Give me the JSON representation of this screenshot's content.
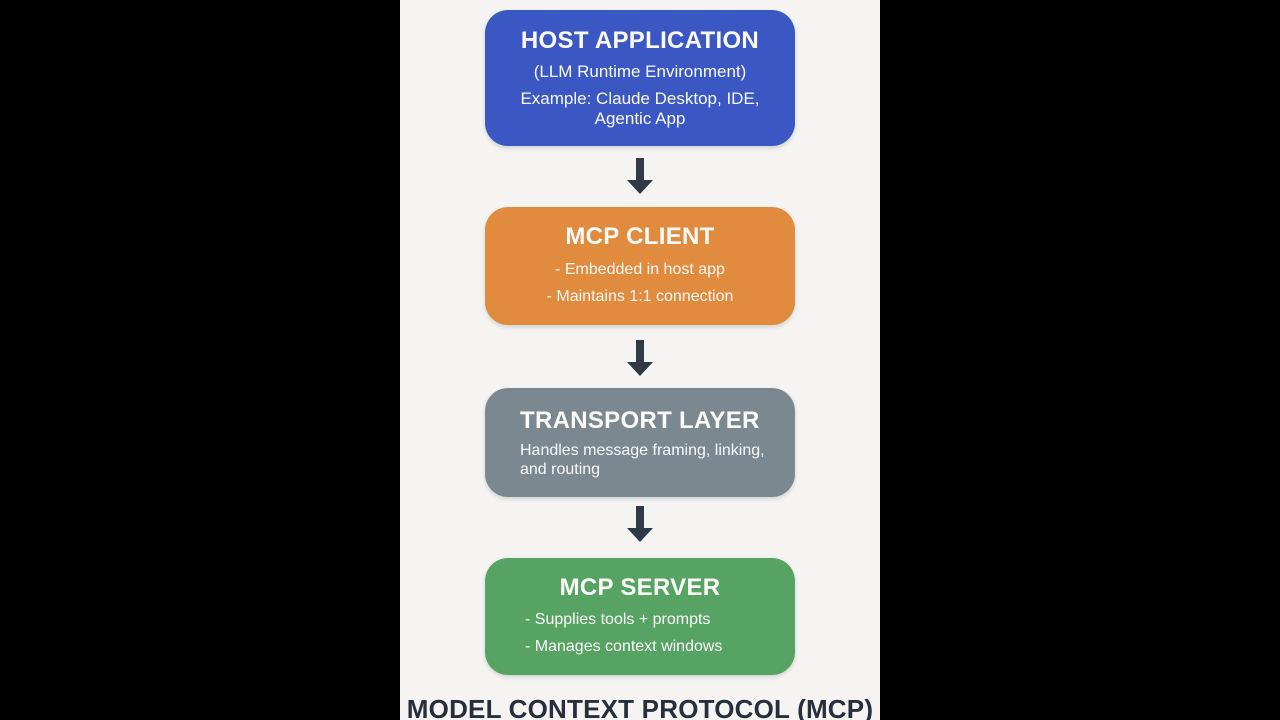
{
  "page": {
    "caption": "MODEL CONTEXT PROTOCOL (MCP)"
  },
  "colors": {
    "letterbox": "#000000",
    "canvas": "#f5f4f2",
    "arrow": "#2f3a46",
    "caption": "#272f3d",
    "node_text": "#fafaf8"
  },
  "diagram": {
    "type": "flowchart",
    "direction": "top-down",
    "nodes": [
      {
        "id": "host-application",
        "title": "HOST APPLICATION",
        "subtitle": "(LLM Runtime Environment)",
        "lines": [
          "Example: Claude Desktop, IDE,",
          "Agentic App"
        ],
        "color": "#3b57c4"
      },
      {
        "id": "mcp-client",
        "title": "MCP CLIENT",
        "lines": [
          "- Embedded in host app",
          "- Maintains 1:1 connection"
        ],
        "color": "#e08b3e"
      },
      {
        "id": "transport-layer",
        "title": "TRANSPORT LAYER",
        "lines": [
          "Handles message framing, linking,",
          "and routing"
        ],
        "color": "#7b8890"
      },
      {
        "id": "mcp-server",
        "title": "MCP SERVER",
        "lines": [
          "- Supplies tools + prompts",
          "- Manages context windows"
        ],
        "color": "#57a364"
      }
    ],
    "edges": [
      {
        "from": "host-application",
        "to": "mcp-client"
      },
      {
        "from": "mcp-client",
        "to": "transport-layer"
      },
      {
        "from": "transport-layer",
        "to": "mcp-server"
      }
    ]
  }
}
